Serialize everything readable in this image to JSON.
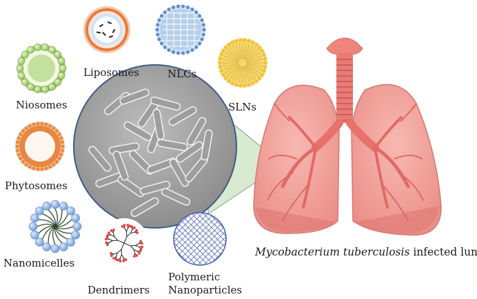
{
  "labels": {
    "liposomes": "Liposomes",
    "nlcs": "NLCs",
    "slns": "SLNs",
    "niosomes": "Niosomes",
    "phytosomes": "Phytosomes",
    "nanomicelles": "Nanomicelles",
    "dendrimers": "Dendrimers",
    "polymeric_line1": "Polymeric",
    "polymeric_line2": "Nanoparticles"
  },
  "caption": {
    "italic": "Mycobacterium tuberculosis",
    "rest": " infected lungs"
  },
  "icons": {
    "liposome": "liposome-icon",
    "nlc": "nlc-icon",
    "sln": "sln-icon",
    "niosome": "niosome-icon",
    "phytosome": "phytosome-icon",
    "nanomicelle": "nanomicelle-icon",
    "dendrimer": "dendrimer-icon",
    "polymeric": "polymeric-nanoparticle-icon",
    "bacteria": "bacteria-micrograph",
    "lungs": "lungs-illustration"
  }
}
